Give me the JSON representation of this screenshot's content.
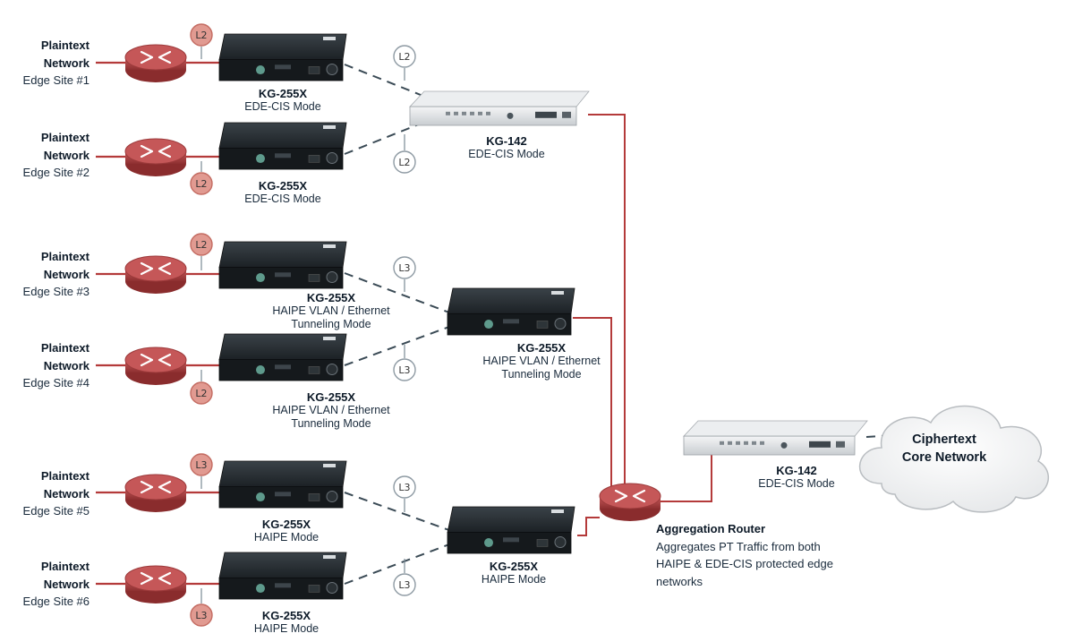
{
  "edge_sites": [
    {
      "line1": "Plaintext",
      "line2": "Network",
      "line3": "Edge Site #1",
      "tag": "L2"
    },
    {
      "line1": "Plaintext",
      "line2": "Network",
      "line3": "Edge Site #2",
      "tag": "L2"
    },
    {
      "line1": "Plaintext",
      "line2": "Network",
      "line3": "Edge Site #3",
      "tag": "L2"
    },
    {
      "line1": "Plaintext",
      "line2": "Network",
      "line3": "Edge Site #4",
      "tag": "L2"
    },
    {
      "line1": "Plaintext",
      "line2": "Network",
      "line3": "Edge Site #5",
      "tag": "L3"
    },
    {
      "line1": "Plaintext",
      "line2": "Network",
      "line3": "Edge Site #6",
      "tag": "L3"
    }
  ],
  "edge_devices": [
    {
      "name": "KG-255X",
      "mode": "EDE-CIS Mode",
      "mode2": ""
    },
    {
      "name": "KG-255X",
      "mode": "EDE-CIS Mode",
      "mode2": ""
    },
    {
      "name": "KG-255X",
      "mode": "HAIPE VLAN / Ethernet",
      "mode2": "Tunneling Mode"
    },
    {
      "name": "KG-255X",
      "mode": "HAIPE VLAN / Ethernet",
      "mode2": "Tunneling Mode"
    },
    {
      "name": "KG-255X",
      "mode": "HAIPE Mode",
      "mode2": ""
    },
    {
      "name": "KG-255X",
      "mode": "HAIPE Mode",
      "mode2": ""
    }
  ],
  "link_tags": [
    "L2",
    "L2",
    "L3",
    "L3",
    "L3",
    "L3"
  ],
  "mid_devices": [
    {
      "name": "KG-142",
      "mode": "EDE-CIS Mode",
      "mode2": ""
    },
    {
      "name": "KG-255X",
      "mode": "HAIPE VLAN / Ethernet",
      "mode2": "Tunneling Mode"
    },
    {
      "name": "KG-255X",
      "mode": "HAIPE Mode",
      "mode2": ""
    }
  ],
  "core_device": {
    "name": "KG-142",
    "mode": "EDE-CIS Mode"
  },
  "aggregation": {
    "title": "Aggregation Router",
    "line1": "Aggregates PT Traffic from both",
    "line2": "HAIPE & EDE-CIS protected edge",
    "line3": "networks"
  },
  "cloud": {
    "line1": "Ciphertext",
    "line2": "Core Network"
  },
  "colors": {
    "link_red": "#b43a3a",
    "router": "#b74a4a",
    "tag_red": "#e19a91",
    "dash": "#3a4a55",
    "device": "#1e2428"
  }
}
